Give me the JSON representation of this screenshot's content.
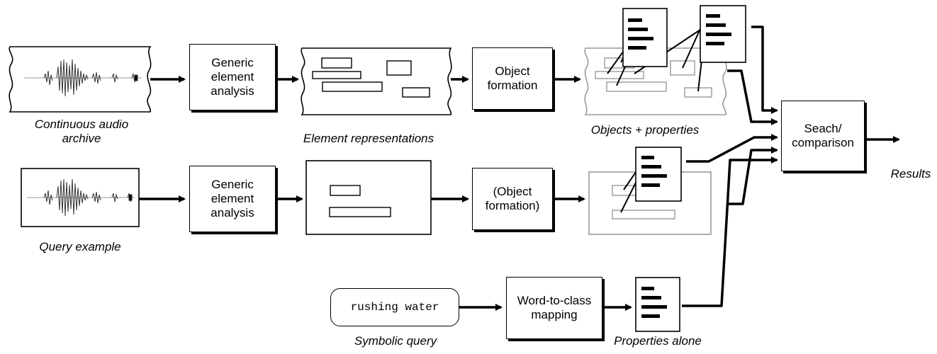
{
  "processes": {
    "generic1": "Generic\nelement\nanalysis",
    "object_formation": "Object\nformation",
    "generic2": "Generic\nelement\nanalysis",
    "object_formation_query": "(Object\nformation)",
    "word_to_class": "Word-to-class\nmapping",
    "search": "Seach/\ncomparison"
  },
  "captions": {
    "continuous_audio_archive": "Continuous audio\narchive",
    "element_representations": "Element representations",
    "objects_properties": "Objects + properties",
    "query_example": "Query example",
    "symbolic_query": "Symbolic query",
    "properties_alone": "Properties alone",
    "results": "Results"
  },
  "symbolic_query_text": "rushing water"
}
